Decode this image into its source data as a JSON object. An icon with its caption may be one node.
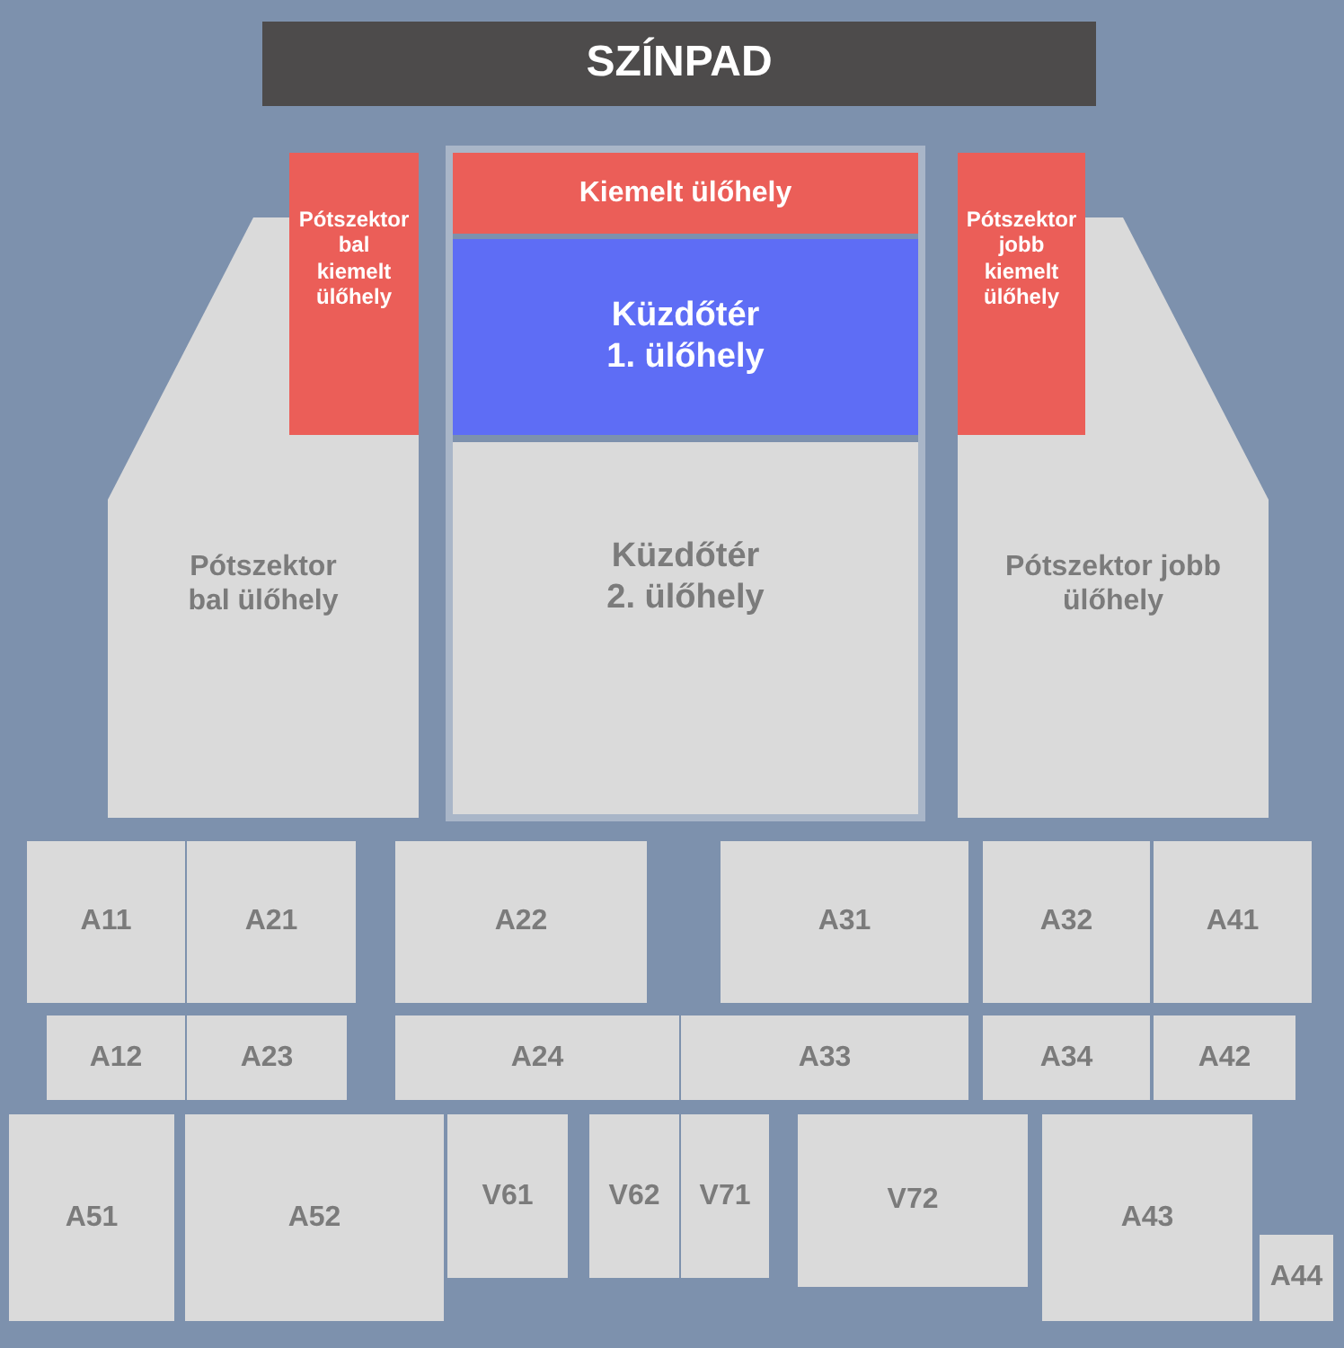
{
  "diagram": {
    "nodes": [
      {
        "text": [
          "SZÍNPAD"
        ]
      },
      {
        "text": [
          "Pótszektor bal kiemelt ülőhely"
        ]
      },
      {
        "text": [
          "Kiemelt ülőhely"
        ]
      },
      {
        "text": [
          "Küzdőtér 1. ülőhely"
        ]
      },
      {
        "text": [
          "Pótszektor jobb kiemelt ülőhely"
        ]
      },
      {
        "text": [
          "Pótszektor bal ülőhely"
        ]
      },
      {
        "text": [
          "Küzdőtér 2. ülőhely"
        ]
      },
      {
        "text": [
          "Pótszektor jobb ülőhely"
        ]
      },
      {
        "text": [
          "A11"
        ]
      },
      {
        "text": [
          "A21"
        ]
      },
      {
        "text": [
          "A22"
        ]
      },
      {
        "text": [
          "A31"
        ]
      },
      {
        "text": [
          "A32"
        ]
      },
      {
        "text": [
          "A41"
        ]
      },
      {
        "text": [
          "A12"
        ]
      },
      {
        "text": [
          "A23"
        ]
      },
      {
        "text": [
          "A24"
        ]
      },
      {
        "text": [
          "A33"
        ]
      },
      {
        "text": [
          "A34"
        ]
      },
      {
        "text": [
          "A42"
        ]
      },
      {
        "text": [
          "A51"
        ]
      },
      {
        "text": [
          "A52"
        ]
      },
      {
        "text": [
          "V61"
        ]
      },
      {
        "text": [
          "V62"
        ]
      },
      {
        "text": [
          "V71"
        ]
      },
      {
        "text": [
          "V72"
        ]
      },
      {
        "text": [
          "A43"
        ]
      },
      {
        "text": [
          "A44"
        ]
      }
    ]
  }
}
